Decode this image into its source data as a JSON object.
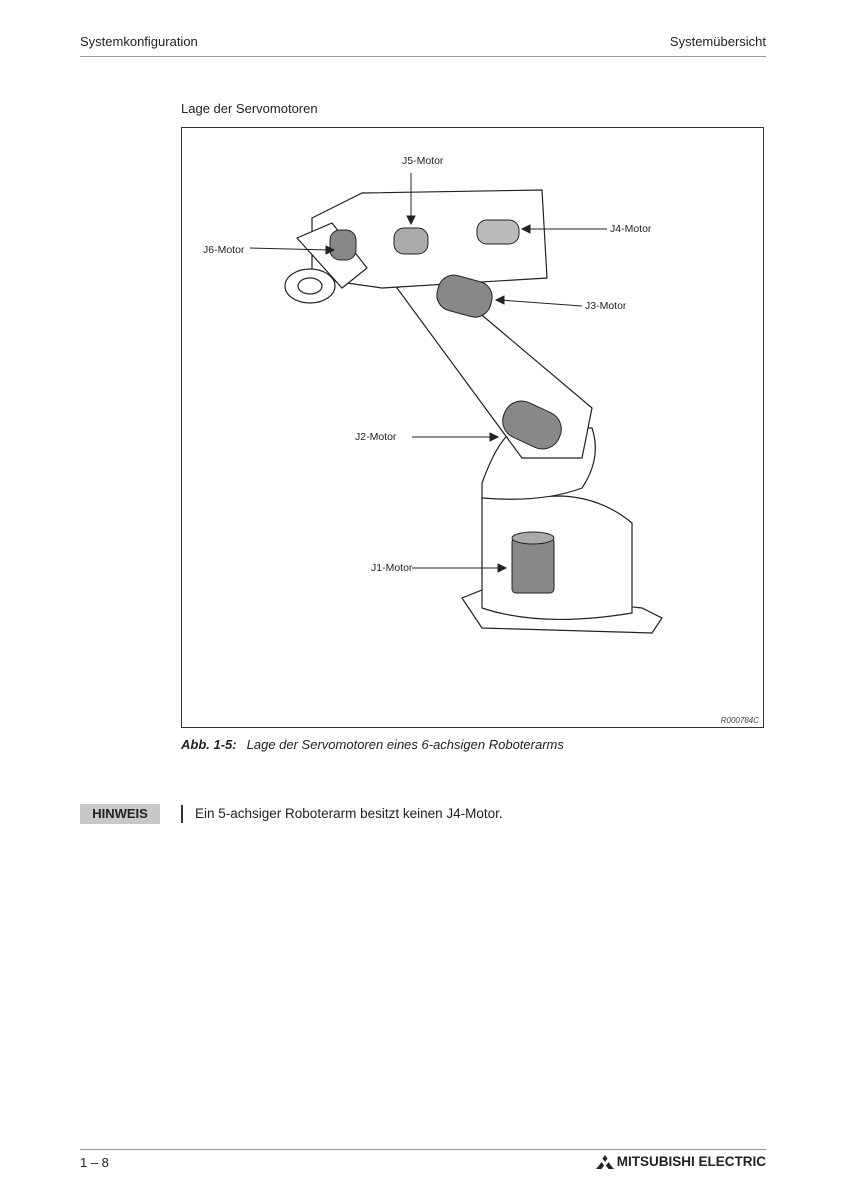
{
  "header": {
    "left": "Systemkonfiguration",
    "right": "Systemübersicht"
  },
  "figure": {
    "title": "Lage der Servomotoren",
    "labels": {
      "j1": "J1-Motor",
      "j2": "J2-Motor",
      "j3": "J3-Motor",
      "j4": "J4-Motor",
      "j5": "J5-Motor",
      "j6": "J6-Motor"
    },
    "reference": "R000784C",
    "caption_label": "Abb. 1-5:",
    "caption_text": "Lage der Servomotoren eines 6-achsigen Roboterarms"
  },
  "note": {
    "badge": "HINWEIS",
    "text": "Ein 5-achsiger Roboterarm besitzt keinen J4-Motor."
  },
  "footer": {
    "page": "1 – 8",
    "brand": "MITSUBISHI ELECTRIC"
  }
}
